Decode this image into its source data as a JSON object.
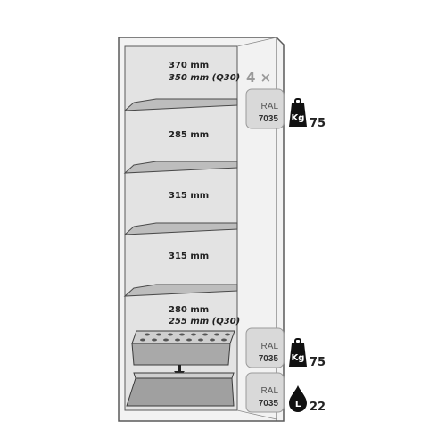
{
  "diagram": {
    "colors": {
      "cabinet_fill": "#f2f2f2",
      "cabinet_line": "#5a5a5a",
      "compartment_fill": "#e3e3e3",
      "shelf_fill": "#bdbdbd",
      "swatch_fill": "#d9d9d9",
      "icon_fill": "#111111"
    },
    "compartments": [
      {
        "line1": "370 mm",
        "line2": "350 mm (Q30)"
      },
      {
        "line1": "285 mm",
        "line2": ""
      },
      {
        "line1": "315 mm",
        "line2": ""
      },
      {
        "line1": "315 mm",
        "line2": ""
      },
      {
        "line1": "280 mm",
        "line2": "255 mm (Q30)"
      }
    ],
    "shelf_count": "4 ×",
    "swatches": [
      {
        "line1": "RAL",
        "line2": "7035",
        "icon": "weight-icon",
        "icon_text": "Kg",
        "value": "75"
      },
      {
        "line1": "RAL",
        "line2": "7035",
        "icon": "weight-icon",
        "icon_text": "Kg",
        "value": "75"
      },
      {
        "line1": "RAL",
        "line2": "7035",
        "icon": "liquid-drop-icon",
        "icon_text": "L",
        "value": "22"
      }
    ]
  }
}
